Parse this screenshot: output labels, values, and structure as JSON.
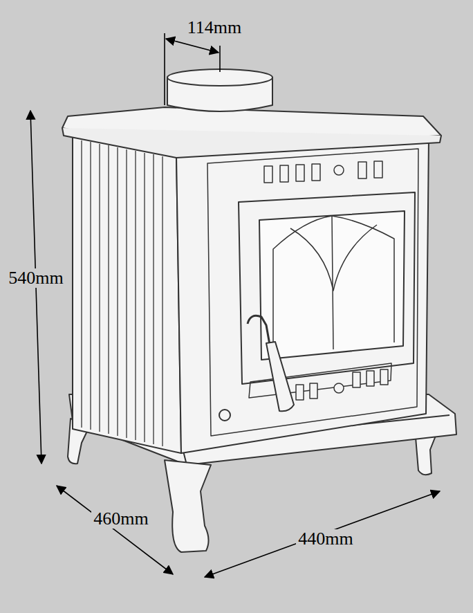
{
  "diagram": {
    "labels": [
      "114mm",
      "540mm",
      "460mm",
      "440mm"
    ]
  }
}
